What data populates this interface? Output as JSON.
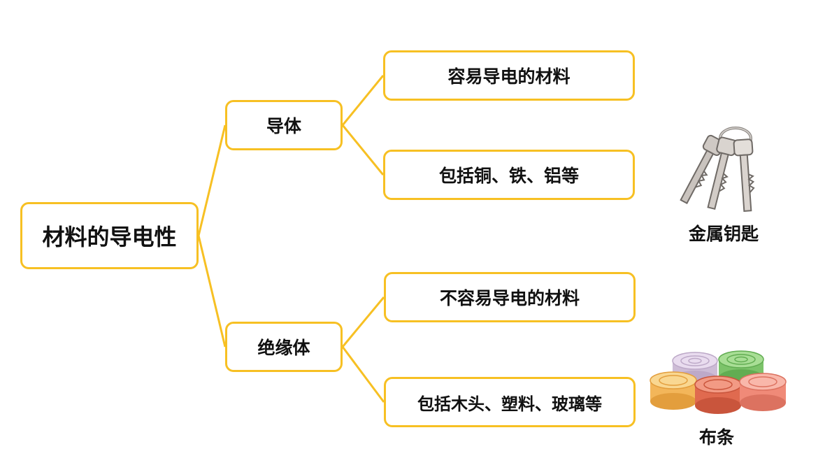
{
  "root": {
    "label": "材料的导电性"
  },
  "branches": [
    {
      "label": "导体",
      "items": [
        "容易导电的材料",
        "包括铜、铁、铝等"
      ]
    },
    {
      "label": "绝缘体",
      "items": [
        "不容易导电的材料",
        "包括木头、塑料、玻璃等"
      ]
    }
  ],
  "illustrations": {
    "keys": {
      "caption": "金属钥匙",
      "icon": "metal-keys-icon"
    },
    "cloth": {
      "caption": "布条",
      "icon": "cloth-rolls-icon"
    }
  },
  "colors": {
    "accent": "#f7c023",
    "text": "#111111",
    "background": "#ffffff"
  }
}
